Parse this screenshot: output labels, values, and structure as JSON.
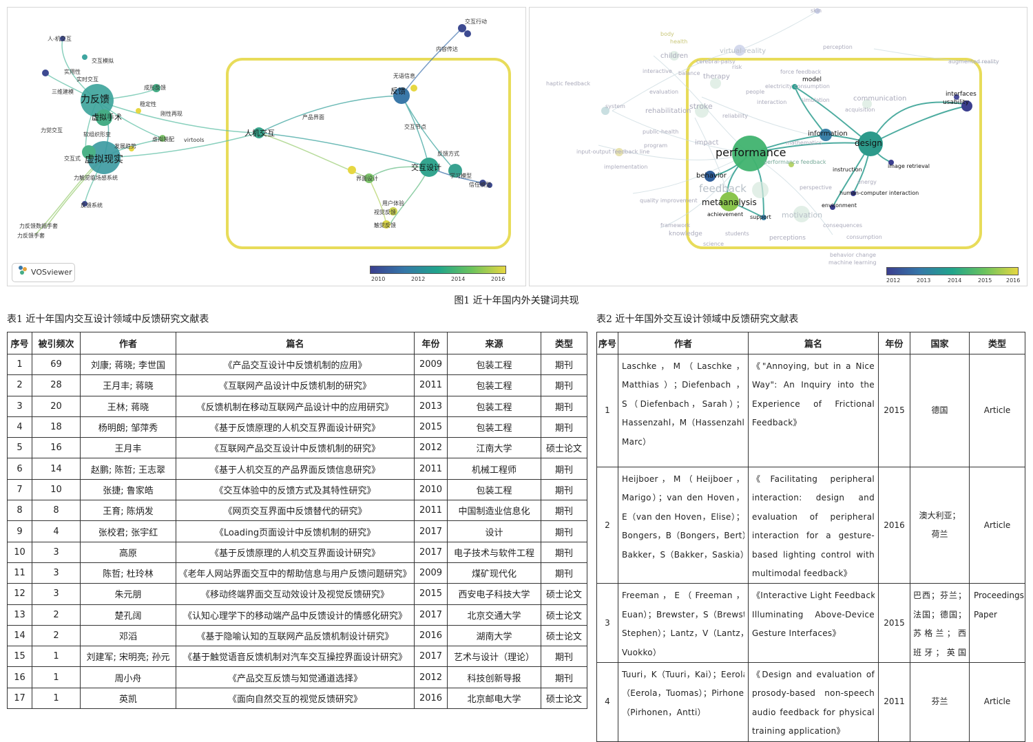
{
  "figure": {
    "caption": "图1 近十年国内外关键词共现",
    "software": "VOSviewer",
    "left_legend_ticks": [
      "2010",
      "2012",
      "2014",
      "2016"
    ],
    "right_legend_ticks": [
      "2012",
      "2013",
      "2014",
      "2015",
      "2016"
    ],
    "left_labels": {
      "l01": "人-机交互",
      "l02": "交互模拟",
      "l03": "实用性",
      "l04": "实时交互",
      "l05": "三维建模",
      "l06": "力反馈",
      "l07": "成形反馈",
      "l08": "稳定性",
      "l09": "虚拟手术",
      "l10": "刚性再现",
      "l11": "软组织形变",
      "l12": "力觉交互",
      "l13": "虚拟装配",
      "l14": "virtools",
      "l15": "发展趋势",
      "l16": "交互式",
      "l17": "虚拟现实",
      "l18": "力触觉临场感系统",
      "l19": "反馈系统",
      "l20": "力反馈数据手套",
      "l21": "力反馈手套",
      "l22": "人机交互",
      "l23": "产品界面",
      "l24": "交互行动",
      "l25": "内容传达",
      "l26": "无语信息",
      "l27": "反馈",
      "l28": "交互节点",
      "l29": "反馈方式",
      "l30": "交互设计",
      "l31": "学习模型",
      "l32": "信任模型",
      "l33": "界面设计",
      "l34": "用户体验",
      "l35": "视觉反馈",
      "l36": "触觉反馈"
    },
    "right_labels": {
      "r01": "virtual-reality",
      "r02": "body",
      "r03": "health",
      "r04": "children",
      "r05": "perception",
      "r06": "augmented reality",
      "r07": "cerebral-palsy",
      "r08": "risk",
      "r09": "interactive",
      "r10": "balance",
      "r11": "force feedback",
      "r12": "therapy",
      "r13": "model",
      "r14": "haptic feedback",
      "r15": "electricity consumption",
      "r16": "people",
      "r17": "evaluation",
      "r18": "interfaces",
      "r19": "simulation",
      "r20": "communication",
      "r21": "usability",
      "r22": "interaction",
      "r23": "system",
      "r24": "stroke",
      "r25": "acquisition",
      "r26": "rehabilitation",
      "r27": "reliability",
      "r28": "public-health",
      "r29": "information",
      "r30": "design",
      "r31": "mathematics",
      "r32": "program",
      "r33": "impact",
      "r34": "input-output feedback line",
      "r35": "performance",
      "r36": "performance feedback",
      "r37": "image retrieval",
      "r38": "implementation",
      "r39": "instruction",
      "r40": "behavior",
      "r41": "energy",
      "r42": "feedback",
      "r43": "perspective",
      "r44": "human-computer interaction",
      "r45": "quality improvement",
      "r46": "metaanalysis",
      "r47": "environment",
      "r48": "achievement",
      "r49": "support",
      "r50": "motivation",
      "r51": "framework",
      "r52": "consequences",
      "r53": "knowledge",
      "r54": "students",
      "r55": "consumption",
      "r56": "science",
      "r57": "perceptions",
      "r58": "behavior change",
      "r59": "machine learning",
      "r60": "skin"
    }
  },
  "table1": {
    "caption": "表1 近十年国内交互设计领域中反馈研究文献表",
    "headers": [
      "序号",
      "被引频次",
      "作者",
      "篇名",
      "年份",
      "来源",
      "类型"
    ],
    "rows": [
      [
        "1",
        "69",
        "刘康; 蒋晓; 李世国",
        "《产品交互设计中反馈机制的应用》",
        "2009",
        "包装工程",
        "期刊"
      ],
      [
        "2",
        "28",
        "王月丰; 蒋晓",
        "《互联网产品设计中反馈机制的研究》",
        "2011",
        "包装工程",
        "期刊"
      ],
      [
        "3",
        "20",
        "王林; 蒋晓",
        "《反馈机制在移动互联网产品设计中的应用研究》",
        "2013",
        "包装工程",
        "期刊"
      ],
      [
        "4",
        "18",
        "杨明朗; 邹萍秀",
        "《基于反馈原理的人机交互界面设计研究》",
        "2015",
        "包装工程",
        "期刊"
      ],
      [
        "5",
        "16",
        "王月丰",
        "《互联网产品交互设计中反馈机制的研究》",
        "2012",
        "江南大学",
        "硕士论文"
      ],
      [
        "6",
        "14",
        "赵鹏; 陈哲; 王志翠",
        "《基于人机交互的产品界面反馈信息研究》",
        "2011",
        "机械工程师",
        "期刊"
      ],
      [
        "7",
        "10",
        "张捷; 鲁家皓",
        "《交互体验中的反馈方式及其特性研究》",
        "2010",
        "包装工程",
        "期刊"
      ],
      [
        "8",
        "8",
        "王育; 陈炳发",
        "《网页交互界面中反馈替代的研究》",
        "2011",
        "中国制造业信息化",
        "期刊"
      ],
      [
        "9",
        "4",
        "张校君; 张宇红",
        "《Loading页面设计中反馈机制的研究》",
        "2017",
        "设计",
        "期刊"
      ],
      [
        "10",
        "3",
        "高原",
        "《基于反馈原理的人机交互界面设计研究》",
        "2017",
        "电子技术与软件工程",
        "期刊"
      ],
      [
        "11",
        "3",
        "陈哲; 杜玲林",
        "《老年人网站界面交互中的帮助信息与用户反馈问题研究》",
        "2009",
        "煤矿现代化",
        "期刊"
      ],
      [
        "12",
        "3",
        "朱元朋",
        "《移动终端界面交互动效设计及视觉反馈研究》",
        "2015",
        "西安电子科技大学",
        "硕士论文"
      ],
      [
        "13",
        "2",
        "楚孔阔",
        "《认知心理学下的移动端产品中反馈设计的情感化研究》",
        "2017",
        "北京交通大学",
        "硕士论文"
      ],
      [
        "14",
        "2",
        "邓滔",
        "《基于隐喻认知的互联网产品反馈机制设计研究》",
        "2016",
        "湖南大学",
        "硕士论文"
      ],
      [
        "15",
        "1",
        "刘建军; 宋明亮; 孙元",
        "《基于触觉语音反馈机制对汽车交互操控界面设计研究》",
        "2017",
        "艺术与设计（理论）",
        "期刊"
      ],
      [
        "16",
        "1",
        "周小舟",
        "《产品交互反馈与知觉通道选择》",
        "2012",
        "科技创新导报",
        "期刊"
      ],
      [
        "17",
        "1",
        "英凯",
        "《面向自然交互的视觉反馈研究》",
        "2016",
        "北京邮电大学",
        "硕士论文"
      ]
    ]
  },
  "table2": {
    "caption": "表2 近十年国外交互设计领域中反馈研究文献表",
    "headers": [
      "序号",
      "作者",
      "篇名",
      "年份",
      "国家",
      "类型"
    ],
    "rows": [
      {
        "no": "1",
        "author": [
          "Laschke，M（Laschke，",
          "Matthias）；Diefenbach，",
          "S（Diefenbach，Sarah）；",
          "Hassenzahl，M（Hassenzahl，",
          "Marc）"
        ],
        "title": [
          "《\"Annoying, but in a Nice",
          "Way\": An Inquiry into the",
          "Experience of Frictional",
          "Feedback》"
        ],
        "year": "2015",
        "country": [
          "德国"
        ],
        "type": [
          "Article"
        ]
      },
      {
        "no": "2",
        "author": [
          "Heijboer，M（Heijboer，",
          "Marigo）；van den Hoven，",
          "E（van den Hoven，Elise）；",
          "Bongers，B（Bongers，Bert）；",
          "Bakker，S（Bakker，Saskia）"
        ],
        "title": [
          "《Facilitating peripheral",
          "interaction: design and",
          "evaluation of peripheral",
          "interaction for a gesture-",
          "based lighting control with",
          "multimodal feedback》"
        ],
        "year": "2016",
        "country": [
          "澳大利亚；",
          "荷兰"
        ],
        "type": [
          "Article"
        ]
      },
      {
        "no": "3",
        "author": [
          "Freeman，E（Freeman，",
          "Euan）；Brewster，S（Brewster，",
          "Stephen）；Lantz，V（Lantz，",
          "Vuokko）"
        ],
        "title": [
          "《Interactive Light Feedback:",
          "Illuminating Above-Device",
          "Gesture Interfaces》"
        ],
        "year": "2015",
        "country": [
          "巴西；芬兰；",
          "法国；德国；",
          "苏格兰；西",
          "班牙；英国"
        ],
        "type": [
          "Proceedings",
          "Paper"
        ]
      },
      {
        "no": "4",
        "author": [
          "Tuuri，K（Tuuri，Kai）；Eerola，T",
          "（Eerola，Tuomas）；Pirhonen，A",
          "（Pirhonen，Antti）"
        ],
        "title": [
          "《Design and evaluation of",
          "prosody-based non-speech",
          "audio feedback for physical",
          "training application》"
        ],
        "year": "2011",
        "country": [
          "芬兰"
        ],
        "type": [
          "Article"
        ]
      }
    ]
  }
}
